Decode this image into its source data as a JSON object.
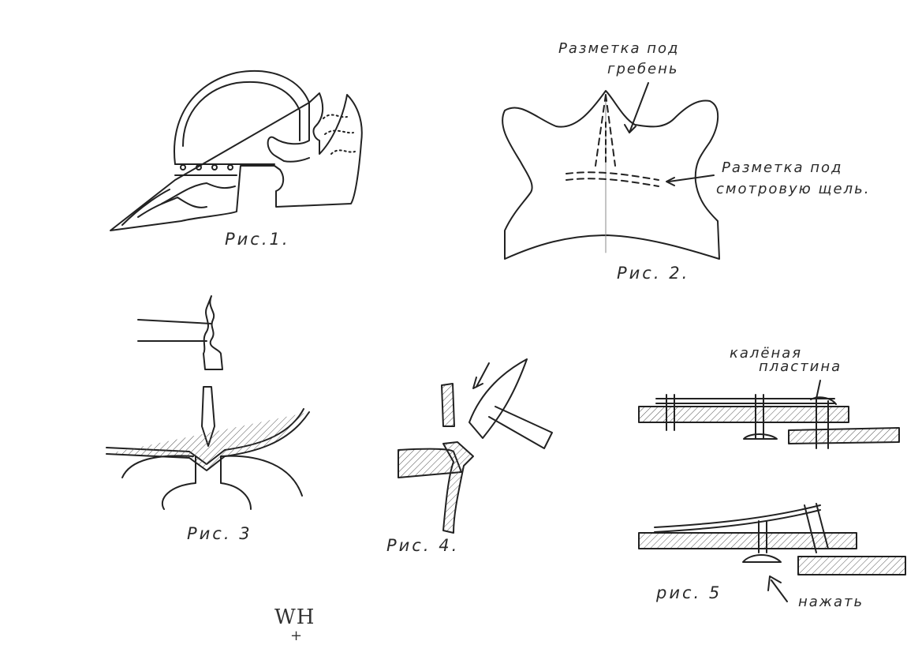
{
  "figures": {
    "fig1": {
      "caption": "Рис.1."
    },
    "fig2": {
      "caption": "Рис. 2.",
      "crest_label_line1": "Разметка под",
      "crest_label_line2": "гребень",
      "slit_label_line1": "Разметка под",
      "slit_label_line2": "смотровую щель."
    },
    "fig3": {
      "caption": "Рис. 3"
    },
    "fig4": {
      "caption": "Рис. 4."
    },
    "fig5": {
      "caption": "рис. 5",
      "plate_label_line1": "калёная",
      "plate_label_line2": "пластина",
      "press_label": "нажать"
    }
  },
  "monogram": {
    "text": "WH"
  },
  "colors": {
    "ink": "#2a2a2a",
    "paper": "#ffffff",
    "hatch": "#555555"
  }
}
